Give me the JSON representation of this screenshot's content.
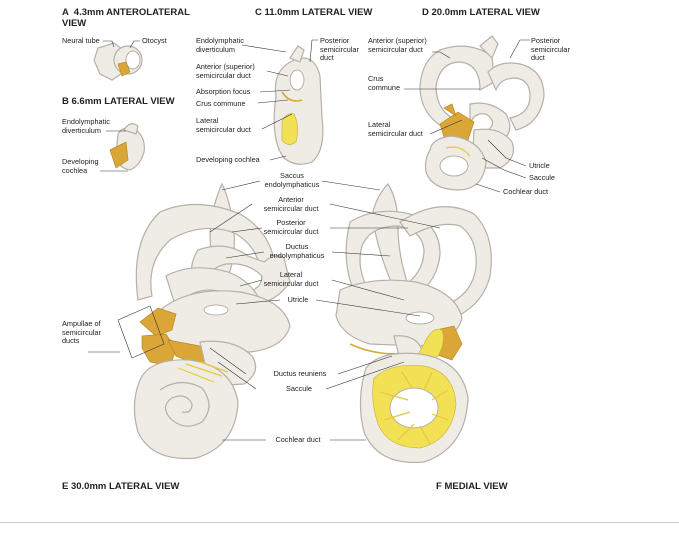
{
  "headings": {
    "a": "A  4.3mm ANTEROLATERAL\nVIEW",
    "b": "B  6.6mm LATERAL VIEW",
    "c": "C  11.0mm LATERAL VIEW",
    "d": "D  20.0mm LATERAL VIEW",
    "e": "E  30.0mm LATERAL VIEW",
    "f": "F  MEDIAL VIEW"
  },
  "labels_a": {
    "neural_tube": "Neural tube",
    "otocyst": "Otocyst"
  },
  "labels_b": {
    "endolymphatic_diverticulum": "Endolymphatic\ndiverticulum",
    "developing_cochlea": "Developing\ncochlea"
  },
  "labels_c": {
    "endolymphatic_diverticulum": "Endolymphatic\ndiverticulum",
    "anterior_superior_duct": "Anterior (superior)\nsemicircular duct",
    "absorption_focus": "Absorption focus",
    "crus_commune": "Crus commune",
    "lateral_duct": "Lateral\nsemicircular duct",
    "developing_cochlea": "Developing cochlea",
    "posterior_duct": "Posterior\nsemicircular\nduct"
  },
  "labels_d": {
    "anterior_superior_duct": "Anterior (superior)\nsemicircular duct",
    "posterior_duct": "Posterior\nsemicircular\nduct",
    "crus_commune": "Crus\ncommune",
    "lateral_duct": "Lateral\nsemicircular duct",
    "utricle": "Utricle",
    "saccule": "Saccule",
    "cochlear_duct": "Cochlear duct"
  },
  "labels_ef": {
    "saccus": "Saccus\nendolymphaticus",
    "anterior_duct": "Anterior\nsemicircular duct",
    "posterior_duct": "Posterior\nsemicircular duct",
    "ductus_endolymphaticus": "Ductus\nendolymphaticus",
    "lateral_duct": "Lateral\nsemicircular duct",
    "utricle": "Utricle",
    "ampullae": "Ampullae of\nsemicircular\nducts",
    "ductus_reuniens": "Ductus reuniens",
    "saccule": "Saccule",
    "cochlear_duct": "Cochlear duct"
  },
  "colors": {
    "membrane": "#efece6",
    "outline": "#b5b0a8",
    "nerve": "#d9a637",
    "ganglion": "#f3e155",
    "leader": "#333333"
  }
}
